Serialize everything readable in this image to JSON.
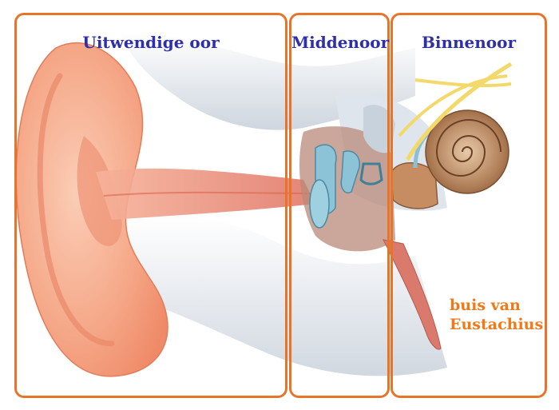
{
  "regions": {
    "outer": {
      "title": "Uitwendige oor"
    },
    "middle": {
      "title": "Middenoor"
    },
    "inner": {
      "title": "Binnenoor"
    }
  },
  "labels": {
    "eustachian_line1": "buis van",
    "eustachian_line2": "Eustachius"
  },
  "colors": {
    "frame": "#e8742a",
    "title": "#2f2fa8",
    "callout": "#f07a1a"
  }
}
